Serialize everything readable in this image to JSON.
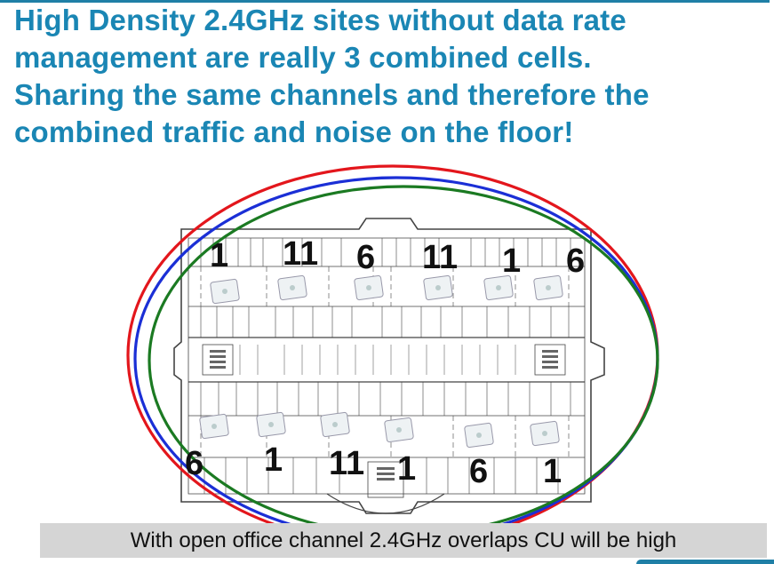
{
  "title": {
    "lines": [
      "High Density 2.4GHz sites without data rate",
      "management are really 3 combined cells.",
      "Sharing the same channels and therefore the",
      "combined traffic and noise on the floor!"
    ]
  },
  "caption": "With open office channel 2.4GHz overlaps CU will be high",
  "channel_labels": [
    "1",
    "11",
    "6",
    "11",
    "1",
    "6",
    "6",
    "1",
    "11",
    "1",
    "6",
    "1"
  ],
  "cells": [
    {
      "name": "red",
      "color": "#e3161c"
    },
    {
      "name": "blue",
      "color": "#1b2fd6"
    },
    {
      "name": "green",
      "color": "#1b7a22"
    }
  ],
  "colors": {
    "title": "#1a86b4",
    "caption_bg": "#d5d5d5"
  },
  "icons": [
    "access-point-icon",
    "floor-plan",
    "stairwell-icon"
  ]
}
